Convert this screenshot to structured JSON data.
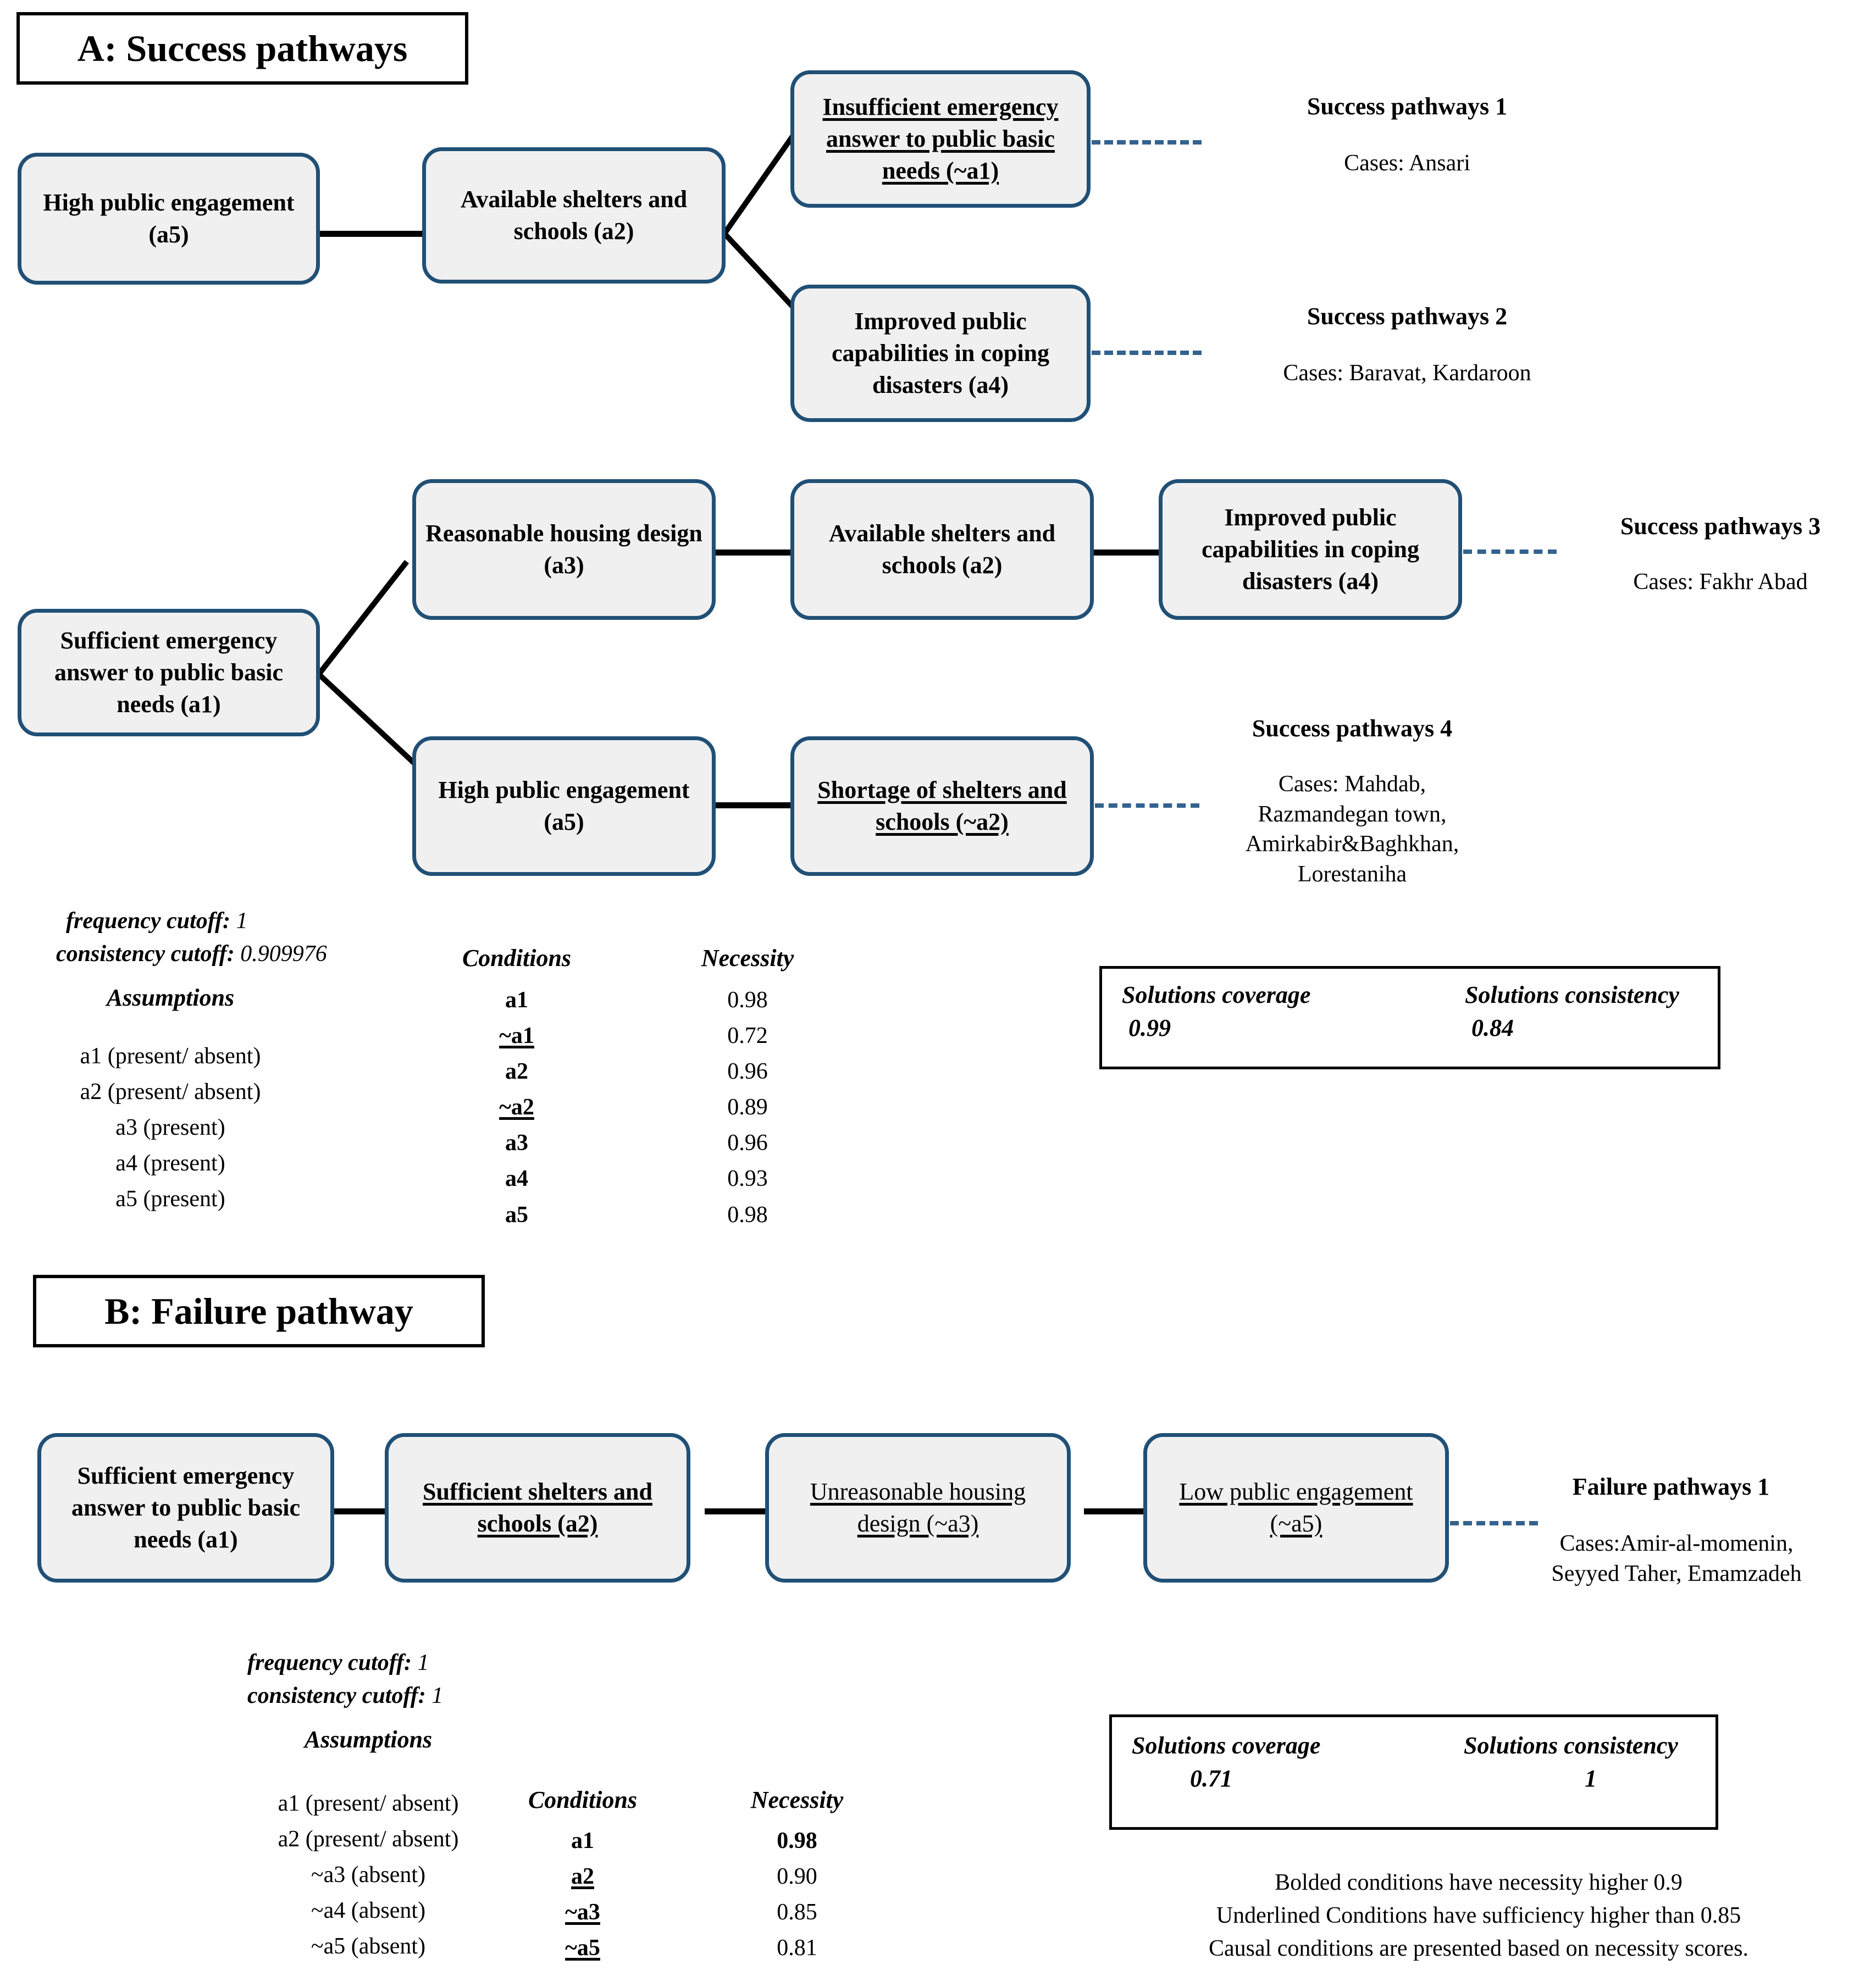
{
  "sections": {
    "a": {
      "title": "A: Success pathways"
    },
    "b": {
      "title": "B: Failure pathway"
    }
  },
  "nodes": {
    "a5_top": "High public engagement (a5)",
    "a2_top": "Available shelters and schools (a2)",
    "not_a1": "Insufficient emergency answer to public basic needs (~a1)",
    "a4_top": "Improved public capabilities in coping disasters (a4)",
    "a1_mid": "Sufficient emergency answer to public basic needs (a1)",
    "a3_mid": "Reasonable housing design (a3)",
    "a2_mid": "Available shelters and schools (a2)",
    "a4_mid": "Improved public capabilities in coping disasters (a4)",
    "a5_mid": "High public engagement (a5)",
    "not_a2_mid": "Shortage of shelters and schools (~a2)",
    "b_a1": "Sufficient emergency answer to public basic needs (a1)",
    "b_a2": "Sufficient shelters and schools (a2)",
    "b_not_a3": "Unreasonable housing design (~a3)",
    "b_not_a5": "Low public engagement (~a5)"
  },
  "pathways": [
    {
      "title": "Success pathways 1",
      "cases": "Cases: Ansari"
    },
    {
      "title": "Success pathways 2",
      "cases": "Cases: Baravat, Kardaroon"
    },
    {
      "title": "Success pathways 3",
      "cases": "Cases: Fakhr Abad"
    },
    {
      "title": "Success pathways 4",
      "cases": "Cases: Mahdab,\nRazmandegan town,\nAmirkabir&Baghkhan,\nLorestaniha"
    },
    {
      "title": "Failure pathways 1",
      "cases": "Cases:Amir-al-momenin,\nSeyyed Taher, Emamzadeh"
    }
  ],
  "stats_a": {
    "frequency_cutoff_label": "frequency cutoff:",
    "frequency_cutoff_value": "1",
    "consistency_cutoff_label": "consistency cutoff:",
    "consistency_cutoff_value": "0.909976",
    "assumptions_header": "Assumptions",
    "assumptions": [
      "a1 (present/ absent)",
      "a2 (present/ absent)",
      "a3 (present)",
      "a4 (present)",
      "a5 (present)"
    ],
    "col_conditions": "Conditions",
    "col_necessity": "Necessity",
    "rows": [
      {
        "condition": "a1",
        "style": "bold",
        "necessity": "0.98"
      },
      {
        "condition": "~a1",
        "style": "underline",
        "necessity": "0.72"
      },
      {
        "condition": "a2",
        "style": "bold",
        "necessity": "0.96"
      },
      {
        "condition": "~a2",
        "style": "underline",
        "necessity": "0.89"
      },
      {
        "condition": "a3",
        "style": "bold",
        "necessity": "0.96"
      },
      {
        "condition": "a4",
        "style": "bold",
        "necessity": "0.93"
      },
      {
        "condition": "a5",
        "style": "bold",
        "necessity": "0.98"
      }
    ],
    "solutions_coverage_label": "Solutions coverage",
    "solutions_coverage_value": "0.99",
    "solutions_consistency_label": "Solutions consistency",
    "solutions_consistency_value": "0.84"
  },
  "stats_b": {
    "frequency_cutoff_label": "frequency cutoff:",
    "frequency_cutoff_value": "1",
    "consistency_cutoff_label": "consistency cutoff:",
    "consistency_cutoff_value": "1",
    "assumptions_header": "Assumptions",
    "assumptions": [
      "a1 (present/ absent)",
      "a2 (present/ absent)",
      "~a3 (absent)",
      "~a4 (absent)",
      "~a5 (absent)"
    ],
    "col_conditions": "Conditions",
    "col_necessity": "Necessity",
    "rows": [
      {
        "condition": "a1",
        "style": "bold",
        "necessity": "0.98",
        "nec_style": "bold"
      },
      {
        "condition": "a2",
        "style": "underline",
        "necessity": "0.90",
        "nec_style": "normal"
      },
      {
        "condition": "~a3",
        "style": "underline",
        "necessity": "0.85",
        "nec_style": "normal"
      },
      {
        "condition": "~a5",
        "style": "underline",
        "necessity": "0.81",
        "nec_style": "normal"
      }
    ],
    "solutions_coverage_label": "Solutions coverage",
    "solutions_coverage_value": "0.71",
    "solutions_consistency_label": "Solutions consistency",
    "solutions_consistency_value": "1"
  },
  "footnotes": [
    "Bolded conditions have necessity higher 0.9",
    "Underlined Conditions have sufficiency higher than 0.85",
    "Causal conditions are presented based on necessity scores."
  ],
  "colors": {
    "node_border": "#215076",
    "node_fill": "#F0F0F0",
    "connector": "#000000",
    "dotted_connector": "#33628f"
  }
}
